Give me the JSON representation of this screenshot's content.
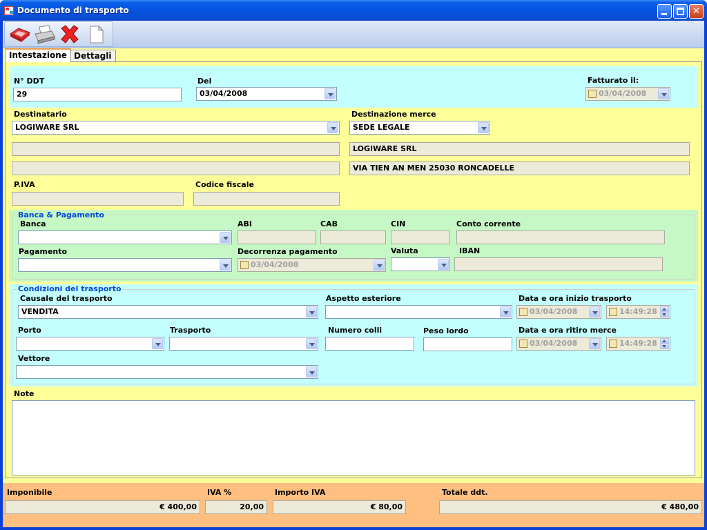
{
  "window": {
    "title": "Documento di trasporto"
  },
  "toolbar": {
    "icons": [
      "save-icon",
      "print-icon",
      "delete-icon",
      "new-document-icon"
    ]
  },
  "tabs": [
    "Intestazione",
    "Dettagli"
  ],
  "header": {
    "ddt_label": "N° DDT",
    "ddt_value": "29",
    "del_label": "Del",
    "del_value": "03/04/2008",
    "fatturato_label": "Fatturato il:",
    "fatturato_value": "03/04/2008"
  },
  "recipient": {
    "dest_label": "Destinatario",
    "dest_value": "LOGIWARE SRL",
    "destmerce_label": "Destinazione merce",
    "destmerce_value": "SEDE LEGALE",
    "line1_right": "LOGIWARE SRL",
    "line2_right": "VIA TIEN AN MEN 25030 RONCADELLE",
    "piva_label": "P.IVA",
    "cf_label": "Codice fiscale"
  },
  "bank": {
    "group_title": "Banca & Pagamento",
    "banca_label": "Banca",
    "abi_label": "ABI",
    "cab_label": "CAB",
    "cin_label": "CIN",
    "conto_label": "Conto corrente",
    "pagamento_label": "Pagamento",
    "decorrenza_label": "Decorrenza pagamento",
    "decorrenza_value": "03/04/2008",
    "valuta_label": "Valuta",
    "iban_label": "IBAN"
  },
  "transport": {
    "group_title": "Condizioni del trasporto",
    "causale_label": "Causale del trasporto",
    "causale_value": "VENDITA",
    "aspetto_label": "Aspetto esteriore",
    "inizio_label": "Data e ora inizio trasporto",
    "inizio_date": "03/04/2008",
    "inizio_time": "14:49:28",
    "porto_label": "Porto",
    "trasporto_label": "Trasporto",
    "colli_label": "Numero colli",
    "peso_label": "Peso lordo",
    "ritiro_label": "Data e ora ritiro merce",
    "ritiro_date": "03/04/2008",
    "ritiro_time": "14:49:28",
    "vettore_label": "Vettore"
  },
  "note_label": "Note",
  "totals": {
    "imponibile_label": "Imponibile",
    "imponibile_value": "€ 400,00",
    "iva_label": "IVA %",
    "iva_value": "20,00",
    "importo_label": "Importo IVA",
    "importo_value": "€ 80,00",
    "totale_label": "Totale ddt.",
    "totale_value": "€ 480,00"
  }
}
